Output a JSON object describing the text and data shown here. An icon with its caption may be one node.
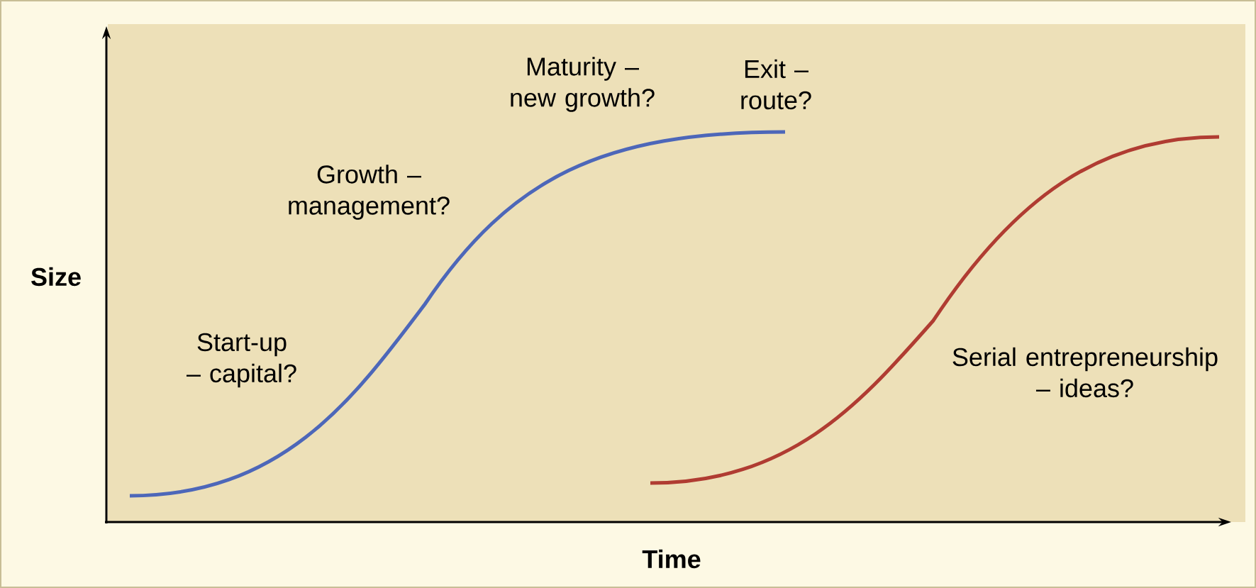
{
  "diagram": {
    "labels": [
      "Maturity – new growth?",
      "Exit – route?",
      "Growth – management?",
      "Size",
      "Start-up – capital?",
      "Serial entrepreneurship – ideas?",
      "Time"
    ]
  }
}
